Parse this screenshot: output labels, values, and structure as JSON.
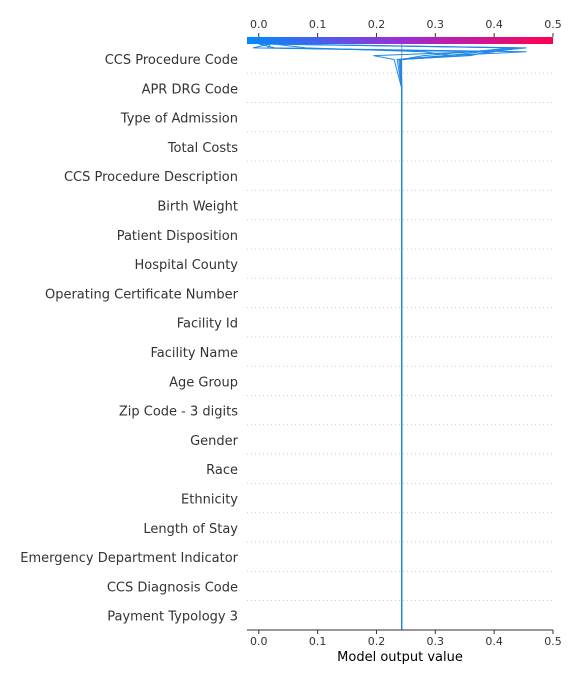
{
  "chart_data": {
    "type": "line",
    "title": "",
    "xlabel": "Model output value",
    "ylabel": "",
    "xlim": [
      -0.02,
      0.5
    ],
    "x_ticks": [
      0.0,
      0.1,
      0.2,
      0.3,
      0.4,
      0.5
    ],
    "x_tick_labels": [
      "0.0",
      "0.1",
      "0.2",
      "0.3",
      "0.4",
      "0.5"
    ],
    "base_value": 0.243,
    "grid": "horizontal dotted",
    "colorbar": {
      "position": "top",
      "colors": [
        "#008bfb",
        "#ff0052"
      ]
    },
    "features": [
      "CCS Procedure Code",
      "APR DRG Code",
      "Type of Admission",
      "Total Costs",
      "CCS Procedure Description",
      "Birth Weight",
      "Patient Disposition",
      "Hospital County",
      "Operating Certificate Number",
      "Facility Id",
      "Facility Name",
      "Age Group",
      "Zip Code - 3 digits",
      "Gender",
      "Race",
      "Ethnicity",
      "Length of Stay",
      "Emergency Department Indicator",
      "CCS Diagnosis Code",
      "Payment Typology 3"
    ],
    "line_color": "#1e88e5",
    "series": [
      {
        "values": [
          0.243,
          0.243,
          0.243,
          0.243,
          0.243,
          0.243,
          0.243,
          0.243,
          0.243,
          0.243,
          0.243,
          0.243,
          0.243,
          0.243,
          0.243,
          0.243,
          0.243,
          0.243,
          0.243,
          0.243,
          0.23,
          0.195,
          0.37,
          0.027,
          0.0
        ]
      },
      {
        "values": [
          0.243,
          0.243,
          0.243,
          0.243,
          0.243,
          0.243,
          0.243,
          0.243,
          0.243,
          0.243,
          0.243,
          0.243,
          0.243,
          0.243,
          0.243,
          0.243,
          0.243,
          0.243,
          0.243,
          0.243,
          0.235,
          0.315,
          0.455,
          0.015,
          0.02
        ]
      },
      {
        "values": [
          0.243,
          0.243,
          0.243,
          0.243,
          0.243,
          0.243,
          0.243,
          0.243,
          0.243,
          0.243,
          0.243,
          0.243,
          0.243,
          0.243,
          0.243,
          0.243,
          0.243,
          0.243,
          0.243,
          0.243,
          0.24,
          0.32,
          0.38,
          0.44,
          0.025
        ]
      },
      {
        "values": [
          0.243,
          0.243,
          0.243,
          0.243,
          0.243,
          0.243,
          0.243,
          0.243,
          0.243,
          0.243,
          0.243,
          0.243,
          0.243,
          0.243,
          0.243,
          0.243,
          0.243,
          0.243,
          0.243,
          0.243,
          0.241,
          0.28,
          0.36,
          0.432,
          0.0
        ]
      },
      {
        "values": [
          0.243,
          0.243,
          0.243,
          0.243,
          0.243,
          0.243,
          0.243,
          0.243,
          0.243,
          0.243,
          0.243,
          0.243,
          0.243,
          0.243,
          0.243,
          0.243,
          0.243,
          0.243,
          0.243,
          0.243,
          0.242,
          0.35,
          0.4,
          -0.01,
          0.02
        ]
      },
      {
        "values": [
          0.243,
          0.243,
          0.243,
          0.243,
          0.243,
          0.243,
          0.243,
          0.243,
          0.243,
          0.243,
          0.243,
          0.243,
          0.243,
          0.243,
          0.243,
          0.243,
          0.243,
          0.243,
          0.243,
          0.243,
          0.242,
          0.33,
          0.28,
          0.08,
          0.025
        ]
      },
      {
        "values": [
          0.243,
          0.243,
          0.243,
          0.243,
          0.243,
          0.243,
          0.243,
          0.243,
          0.243,
          0.243,
          0.243,
          0.243,
          0.243,
          0.243,
          0.243,
          0.243,
          0.243,
          0.243,
          0.243,
          0.243,
          0.238,
          0.36,
          0.39,
          0.455,
          0.03
        ]
      }
    ]
  }
}
